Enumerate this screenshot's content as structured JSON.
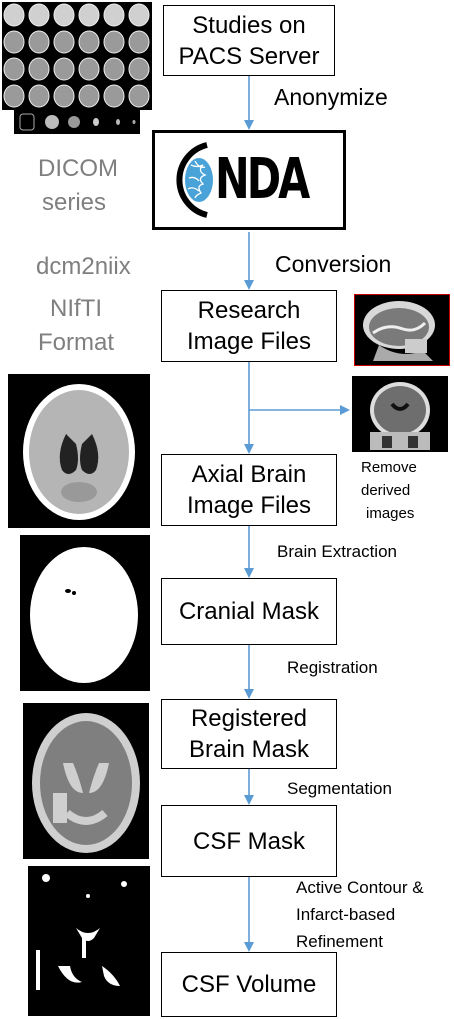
{
  "steps": [
    {
      "line1": "Studies on",
      "line2": "PACS Server"
    },
    {
      "line1": "Research",
      "line2": "Image Files"
    },
    {
      "line1": "Axial Brain",
      "line2": "Image Files"
    },
    {
      "line1": "Cranial Mask"
    },
    {
      "line1": "Registered",
      "line2": "Brain Mask"
    },
    {
      "line1": "CSF Mask"
    },
    {
      "line1": "CSF Volume"
    }
  ],
  "transitions": {
    "anonymize": "Anonymize",
    "conversion": "Conversion",
    "brain_extraction": "Brain Extraction",
    "registration": "Registration",
    "segmentation": "Segmentation",
    "refinement_1": "Active Contour &",
    "refinement_2": "Infarct-based",
    "refinement_3": "Refinement",
    "remove_1": "Remove",
    "remove_2": "derived",
    "remove_3": "images"
  },
  "formats": {
    "dicom_1": "DICOM",
    "dicom_2": "series",
    "converter": "dcm2niix",
    "nifti_1": "NIfTI",
    "nifti_2": "Format"
  },
  "logo": {
    "text": "NDA"
  },
  "colors": {
    "arrow": "#5b9bd5",
    "gray_text": "#7f7f7f",
    "logo_brain": "#4aa3d8"
  }
}
